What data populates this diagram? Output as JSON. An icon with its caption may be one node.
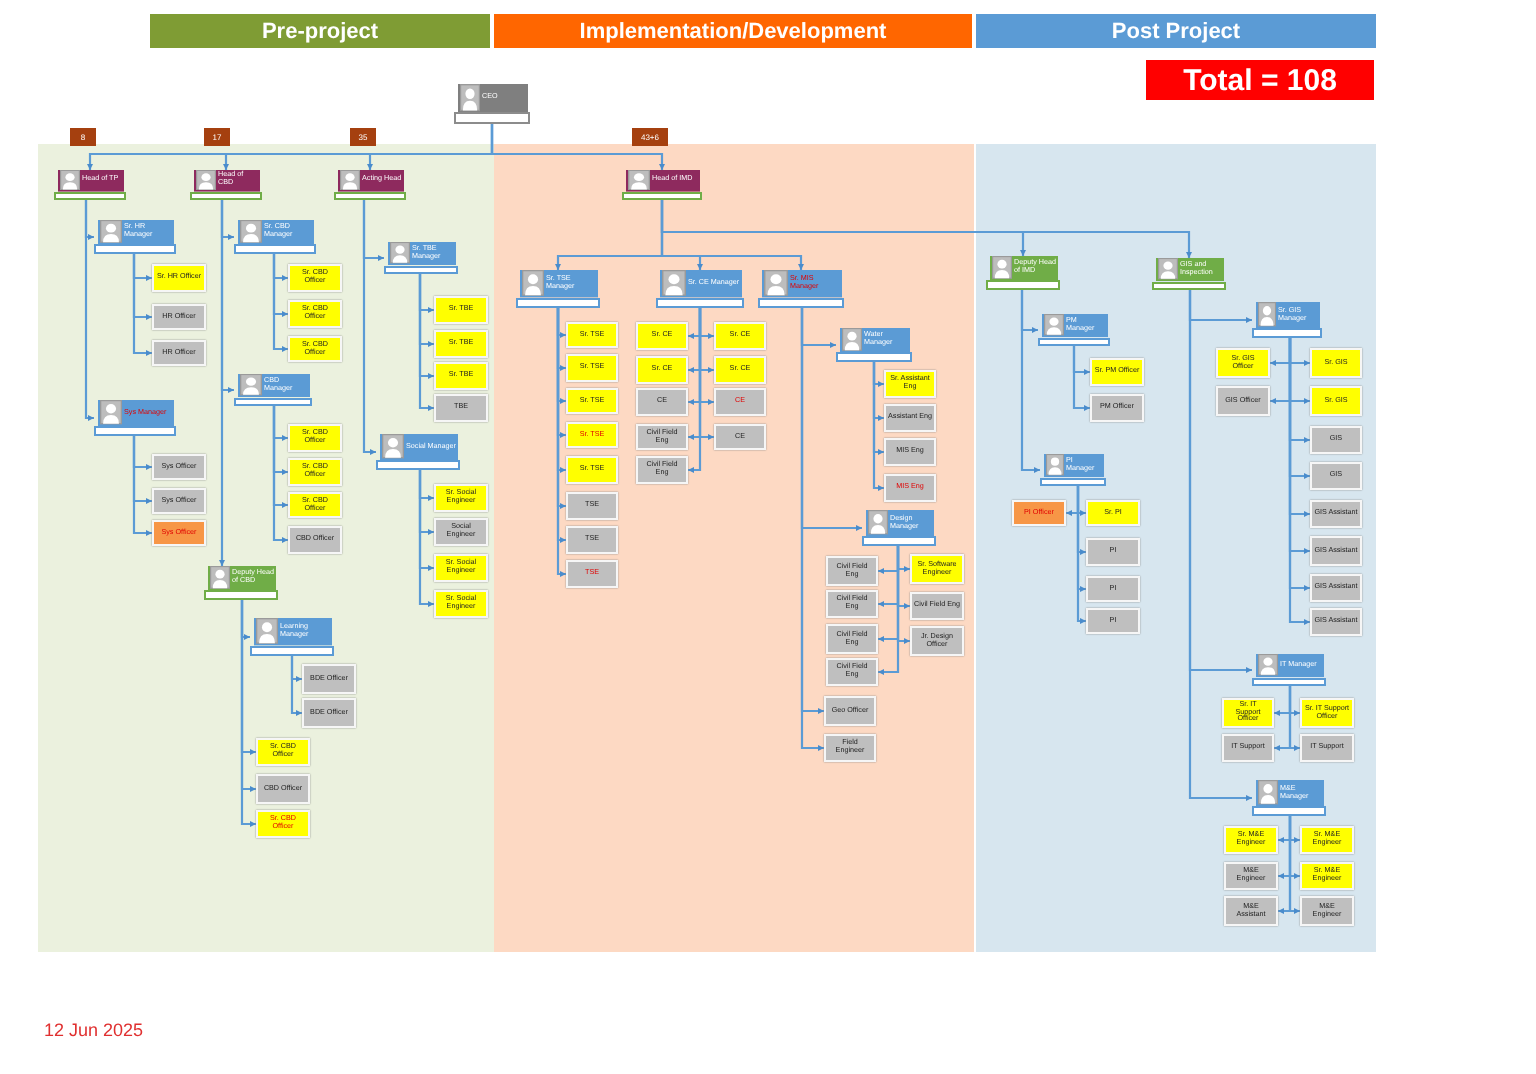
{
  "diagram": {
    "nodes": [
      {
        "text": [
          "Pre-project"
        ]
      },
      {
        "text": [
          "Implementation/Development"
        ]
      },
      {
        "text": [
          "Post Project"
        ]
      },
      {
        "text": [
          "Total = 108"
        ]
      },
      {
        "text": [
          "CEO"
        ]
      },
      {
        "text": [
          "8"
        ]
      },
      {
        "text": [
          "17"
        ]
      },
      {
        "text": [
          "35"
        ]
      },
      {
        "text": [
          "43+6"
        ]
      },
      {
        "text": [
          "Head of TP"
        ]
      },
      {
        "text": [
          "Head of CBD"
        ]
      },
      {
        "text": [
          "Acting Head"
        ]
      },
      {
        "text": [
          "Head of IMD"
        ]
      },
      {
        "text": [
          "Sr. HR Manager"
        ]
      },
      {
        "text": [
          "Sr. HR Officer"
        ]
      },
      {
        "text": [
          "HR Officer"
        ]
      },
      {
        "text": [
          "HR Officer"
        ]
      },
      {
        "text": [
          "Sys Manager"
        ]
      },
      {
        "text": [
          "Sys Officer"
        ]
      },
      {
        "text": [
          "Sys Officer"
        ]
      },
      {
        "text": [
          "Sys Officer"
        ]
      },
      {
        "text": [
          "Sr. CBD Manager"
        ]
      },
      {
        "text": [
          "Sr. CBD Officer"
        ]
      },
      {
        "text": [
          "Sr. CBD Officer"
        ]
      },
      {
        "text": [
          "Sr. CBD Officer"
        ]
      },
      {
        "text": [
          "CBD Manager"
        ]
      },
      {
        "text": [
          "Sr. CBD Officer"
        ]
      },
      {
        "text": [
          "Sr. CBD Officer"
        ]
      },
      {
        "text": [
          "Sr. CBD Officer"
        ]
      },
      {
        "text": [
          "CBD Officer"
        ]
      },
      {
        "text": [
          "Deputy Head of CBD"
        ]
      },
      {
        "text": [
          "Learning Manager"
        ]
      },
      {
        "text": [
          "BDE Officer"
        ]
      },
      {
        "text": [
          "BDE Officer"
        ]
      },
      {
        "text": [
          "Sr. CBD Officer"
        ]
      },
      {
        "text": [
          "CBD Officer"
        ]
      },
      {
        "text": [
          "Sr. CBD Officer"
        ]
      },
      {
        "text": [
          "Sr. TBE Manager"
        ]
      },
      {
        "text": [
          "Sr. TBE"
        ]
      },
      {
        "text": [
          "Sr. TBE"
        ]
      },
      {
        "text": [
          "Sr. TBE"
        ]
      },
      {
        "text": [
          "TBE"
        ]
      },
      {
        "text": [
          "Social Manager"
        ]
      },
      {
        "text": [
          "Sr. Social Engineer"
        ]
      },
      {
        "text": [
          "Social Engineer"
        ]
      },
      {
        "text": [
          "Sr. Social Engineer"
        ]
      },
      {
        "text": [
          "Sr. Social Engineer"
        ]
      },
      {
        "text": [
          "Sr. TSE Manager"
        ]
      },
      {
        "text": [
          "Sr. TSE"
        ]
      },
      {
        "text": [
          "Sr. TSE"
        ]
      },
      {
        "text": [
          "Sr. TSE"
        ]
      },
      {
        "text": [
          "Sr. TSE"
        ]
      },
      {
        "text": [
          "Sr. TSE"
        ]
      },
      {
        "text": [
          "TSE"
        ]
      },
      {
        "text": [
          "TSE"
        ]
      },
      {
        "text": [
          "TSE"
        ]
      },
      {
        "text": [
          "Sr. CE Manager"
        ]
      },
      {
        "text": [
          "Sr. CE"
        ]
      },
      {
        "text": [
          "Sr. CE"
        ]
      },
      {
        "text": [
          "CE"
        ]
      },
      {
        "text": [
          "Civil Field Eng"
        ]
      },
      {
        "text": [
          "Civil Field Eng"
        ]
      },
      {
        "text": [
          "Sr. CE"
        ]
      },
      {
        "text": [
          "Sr. CE"
        ]
      },
      {
        "text": [
          "CE"
        ]
      },
      {
        "text": [
          "CE"
        ]
      },
      {
        "text": [
          "Sr. MIS Manager"
        ]
      },
      {
        "text": [
          "Water Manager"
        ]
      },
      {
        "text": [
          "Sr. Assistant Eng"
        ]
      },
      {
        "text": [
          "Assistant Eng"
        ]
      },
      {
        "text": [
          "MIS Eng"
        ]
      },
      {
        "text": [
          "MIS Eng"
        ]
      },
      {
        "text": [
          "Design Manager"
        ]
      },
      {
        "text": [
          "Civil Field Eng"
        ]
      },
      {
        "text": [
          "Civil Field Eng"
        ]
      },
      {
        "text": [
          "Civil Field Eng"
        ]
      },
      {
        "text": [
          "Civil Field Eng"
        ]
      },
      {
        "text": [
          "Sr. Software Engineer"
        ]
      },
      {
        "text": [
          "Civil Field Eng"
        ]
      },
      {
        "text": [
          "Jr. Design Officer"
        ]
      },
      {
        "text": [
          "Geo Officer"
        ]
      },
      {
        "text": [
          "Field Engineer"
        ]
      },
      {
        "text": [
          "Deputy Head of IMD"
        ]
      },
      {
        "text": [
          "PM Manager"
        ]
      },
      {
        "text": [
          "Sr. PM Officer"
        ]
      },
      {
        "text": [
          "PM Officer"
        ]
      },
      {
        "text": [
          "PI Manager"
        ]
      },
      {
        "text": [
          "PI Officer"
        ]
      },
      {
        "text": [
          "Sr. PI"
        ]
      },
      {
        "text": [
          "PI"
        ]
      },
      {
        "text": [
          "PI"
        ]
      },
      {
        "text": [
          "PI"
        ]
      },
      {
        "text": [
          "GIS and Inspection"
        ]
      },
      {
        "text": [
          "Sr. GIS Manager"
        ]
      },
      {
        "text": [
          "Sr. GIS Officer"
        ]
      },
      {
        "text": [
          "GIS Officer"
        ]
      },
      {
        "text": [
          "Sr. GIS"
        ]
      },
      {
        "text": [
          "Sr. GIS"
        ]
      },
      {
        "text": [
          "GIS"
        ]
      },
      {
        "text": [
          "GIS"
        ]
      },
      {
        "text": [
          "GIS Assistant"
        ]
      },
      {
        "text": [
          "GIS Assistant"
        ]
      },
      {
        "text": [
          "GIS Assistant"
        ]
      },
      {
        "text": [
          "GIS Assistant"
        ]
      },
      {
        "text": [
          "IT Manager"
        ]
      },
      {
        "text": [
          "Sr. IT Support Officer"
        ]
      },
      {
        "text": [
          "Sr. IT Support Officer"
        ]
      },
      {
        "text": [
          "IT Support"
        ]
      },
      {
        "text": [
          "IT Support"
        ]
      },
      {
        "text": [
          "M&E Manager"
        ]
      },
      {
        "text": [
          "Sr. M&E Engineer"
        ]
      },
      {
        "text": [
          "M&E Engineer"
        ]
      },
      {
        "text": [
          "M&E Assistant"
        ]
      },
      {
        "text": [
          "Sr. M&E Engineer"
        ]
      },
      {
        "text": [
          "Sr. M&E Engineer"
        ]
      },
      {
        "text": [
          "M&E Engineer"
        ]
      }
    ],
    "edges": [
      {
        "from": 4,
        "to": 9,
        "arrow": "to"
      },
      {
        "from": 4,
        "to": 10,
        "arrow": "to"
      },
      {
        "from": 4,
        "to": 11,
        "arrow": "to"
      },
      {
        "from": 4,
        "to": 12,
        "arrow": "to"
      },
      {
        "from": 9,
        "to": 13,
        "arrow": "to"
      },
      {
        "from": 9,
        "to": 17,
        "arrow": "to"
      },
      {
        "from": 13,
        "to": 14,
        "arrow": "to"
      },
      {
        "from": 13,
        "to": 15,
        "arrow": "to"
      },
      {
        "from": 13,
        "to": 16,
        "arrow": "to"
      },
      {
        "from": 17,
        "to": 18,
        "arrow": "to"
      },
      {
        "from": 17,
        "to": 19,
        "arrow": "to"
      },
      {
        "from": 17,
        "to": 20,
        "arrow": "to"
      },
      {
        "from": 10,
        "to": 21,
        "arrow": "to"
      },
      {
        "from": 10,
        "to": 25,
        "arrow": "to"
      },
      {
        "from": 10,
        "to": 30,
        "arrow": "to"
      },
      {
        "from": 21,
        "to": 22,
        "arrow": "to"
      },
      {
        "from": 21,
        "to": 23,
        "arrow": "to"
      },
      {
        "from": 21,
        "to": 24,
        "arrow": "to"
      },
      {
        "from": 25,
        "to": 26,
        "arrow": "to"
      },
      {
        "from": 25,
        "to": 27,
        "arrow": "to"
      },
      {
        "from": 25,
        "to": 28,
        "arrow": "to"
      },
      {
        "from": 25,
        "to": 29,
        "arrow": "to"
      },
      {
        "from": 30,
        "to": 31,
        "arrow": "to"
      },
      {
        "from": 30,
        "to": 34,
        "arrow": "to"
      },
      {
        "from": 30,
        "to": 35,
        "arrow": "to"
      },
      {
        "from": 30,
        "to": 36,
        "arrow": "to"
      },
      {
        "from": 31,
        "to": 32,
        "arrow": "to"
      },
      {
        "from": 31,
        "to": 33,
        "arrow": "to"
      },
      {
        "from": 11,
        "to": 37,
        "arrow": "to"
      },
      {
        "from": 11,
        "to": 42,
        "arrow": "to"
      },
      {
        "from": 37,
        "to": 38,
        "arrow": "to"
      },
      {
        "from": 37,
        "to": 39,
        "arrow": "to"
      },
      {
        "from": 37,
        "to": 40,
        "arrow": "to"
      },
      {
        "from": 37,
        "to": 41,
        "arrow": "to"
      },
      {
        "from": 42,
        "to": 43,
        "arrow": "to"
      },
      {
        "from": 42,
        "to": 44,
        "arrow": "to"
      },
      {
        "from": 42,
        "to": 45,
        "arrow": "to"
      },
      {
        "from": 42,
        "to": 46,
        "arrow": "to"
      },
      {
        "from": 12,
        "to": 47,
        "arrow": "to"
      },
      {
        "from": 12,
        "to": 56,
        "arrow": "to"
      },
      {
        "from": 12,
        "to": 66,
        "arrow": "to"
      },
      {
        "from": 12,
        "to": 82,
        "arrow": "to"
      },
      {
        "from": 12,
        "to": 92,
        "arrow": "to"
      },
      {
        "from": 47,
        "to": 48,
        "arrow": "to"
      },
      {
        "from": 47,
        "to": 49,
        "arrow": "to"
      },
      {
        "from": 47,
        "to": 50,
        "arrow": "to"
      },
      {
        "from": 47,
        "to": 51,
        "arrow": "to"
      },
      {
        "from": 47,
        "to": 52,
        "arrow": "to"
      },
      {
        "from": 47,
        "to": 53,
        "arrow": "to"
      },
      {
        "from": 47,
        "to": 54,
        "arrow": "to"
      },
      {
        "from": 47,
        "to": 55,
        "arrow": "to"
      },
      {
        "from": 56,
        "to": 57,
        "arrow": "to"
      },
      {
        "from": 56,
        "to": 58,
        "arrow": "to"
      },
      {
        "from": 56,
        "to": 59,
        "arrow": "to"
      },
      {
        "from": 56,
        "to": 60,
        "arrow": "to"
      },
      {
        "from": 56,
        "to": 61,
        "arrow": "to"
      },
      {
        "from": 56,
        "to": 62,
        "arrow": "to"
      },
      {
        "from": 56,
        "to": 63,
        "arrow": "to"
      },
      {
        "from": 56,
        "to": 64,
        "arrow": "to"
      },
      {
        "from": 56,
        "to": 65,
        "arrow": "to"
      },
      {
        "from": 66,
        "to": 67,
        "arrow": "to"
      },
      {
        "from": 66,
        "to": 72,
        "arrow": "to"
      },
      {
        "from": 66,
        "to": 80,
        "arrow": "to"
      },
      {
        "from": 66,
        "to": 81,
        "arrow": "to"
      },
      {
        "from": 67,
        "to": 68,
        "arrow": "to"
      },
      {
        "from": 67,
        "to": 69,
        "arrow": "to"
      },
      {
        "from": 67,
        "to": 70,
        "arrow": "to"
      },
      {
        "from": 67,
        "to": 71,
        "arrow": "to"
      },
      {
        "from": 72,
        "to": 73,
        "arrow": "to"
      },
      {
        "from": 72,
        "to": 74,
        "arrow": "to"
      },
      {
        "from": 72,
        "to": 75,
        "arrow": "to"
      },
      {
        "from": 72,
        "to": 76,
        "arrow": "to"
      },
      {
        "from": 72,
        "to": 77,
        "arrow": "to"
      },
      {
        "from": 72,
        "to": 78,
        "arrow": "to"
      },
      {
        "from": 72,
        "to": 79,
        "arrow": "to"
      },
      {
        "from": 82,
        "to": 83,
        "arrow": "to"
      },
      {
        "from": 82,
        "to": 86,
        "arrow": "to"
      },
      {
        "from": 83,
        "to": 84,
        "arrow": "to"
      },
      {
        "from": 83,
        "to": 85,
        "arrow": "to"
      },
      {
        "from": 86,
        "to": 87,
        "arrow": "to"
      },
      {
        "from": 86,
        "to": 88,
        "arrow": "to"
      },
      {
        "from": 86,
        "to": 89,
        "arrow": "to"
      },
      {
        "from": 86,
        "to": 90,
        "arrow": "to"
      },
      {
        "from": 86,
        "to": 91,
        "arrow": "to"
      },
      {
        "from": 92,
        "to": 93,
        "arrow": "to"
      },
      {
        "from": 92,
        "to": 104,
        "arrow": "to"
      },
      {
        "from": 92,
        "to": 109,
        "arrow": "to"
      },
      {
        "from": 93,
        "to": 94,
        "arrow": "to"
      },
      {
        "from": 93,
        "to": 95,
        "arrow": "to"
      },
      {
        "from": 93,
        "to": 96,
        "arrow": "to"
      },
      {
        "from": 93,
        "to": 97,
        "arrow": "to"
      },
      {
        "from": 93,
        "to": 98,
        "arrow": "to"
      },
      {
        "from": 93,
        "to": 99,
        "arrow": "to"
      },
      {
        "from": 93,
        "to": 100,
        "arrow": "to"
      },
      {
        "from": 93,
        "to": 101,
        "arrow": "to"
      },
      {
        "from": 93,
        "to": 102,
        "arrow": "to"
      },
      {
        "from": 93,
        "to": 103,
        "arrow": "to"
      },
      {
        "from": 104,
        "to": 105,
        "arrow": "to"
      },
      {
        "from": 104,
        "to": 106,
        "arrow": "to"
      },
      {
        "from": 104,
        "to": 107,
        "arrow": "to"
      },
      {
        "from": 104,
        "to": 108,
        "arrow": "to"
      },
      {
        "from": 109,
        "to": 110,
        "arrow": "to"
      },
      {
        "from": 109,
        "to": 111,
        "arrow": "to"
      },
      {
        "from": 109,
        "to": 112,
        "arrow": "to"
      },
      {
        "from": 109,
        "to": 113,
        "arrow": "to"
      },
      {
        "from": 109,
        "to": 114,
        "arrow": "to"
      },
      {
        "from": 109,
        "to": 115,
        "arrow": "to"
      }
    ],
    "labels": [
      "12 Jun 2025"
    ]
  }
}
